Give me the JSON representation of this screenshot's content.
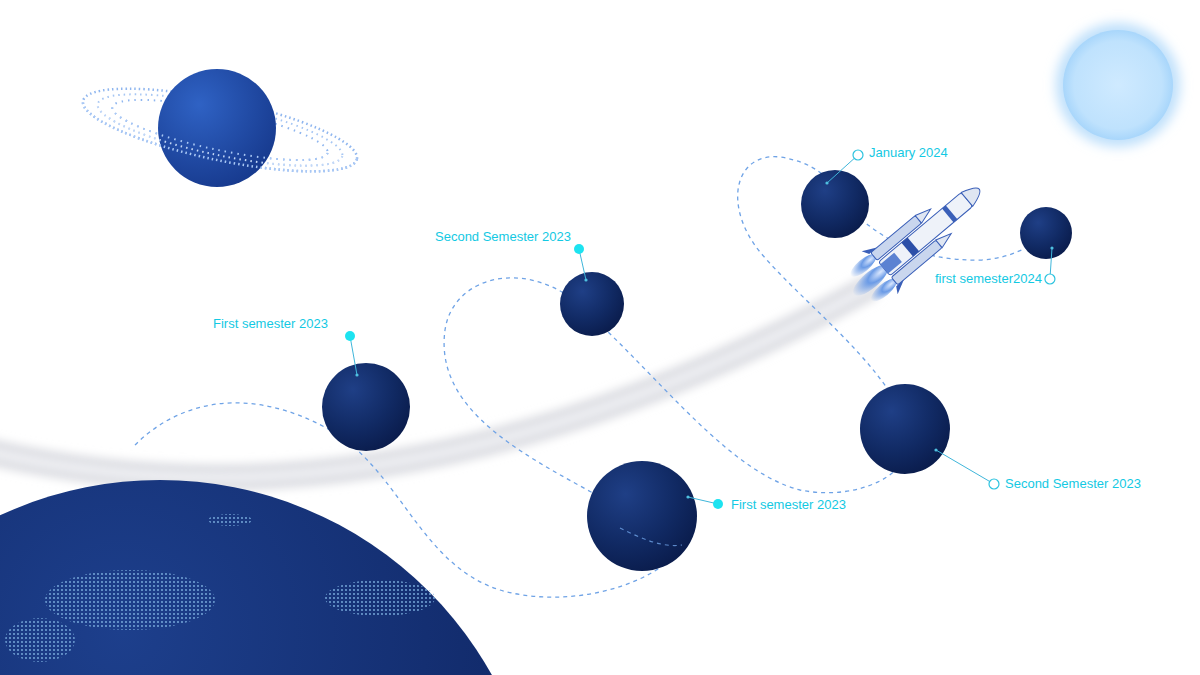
{
  "diagram": {
    "labels": [
      "First semester 2023",
      "Second Semester 2023",
      "First semester 2023",
      "Second Semester 2023",
      "January 2024",
      "first semester2024"
    ]
  }
}
